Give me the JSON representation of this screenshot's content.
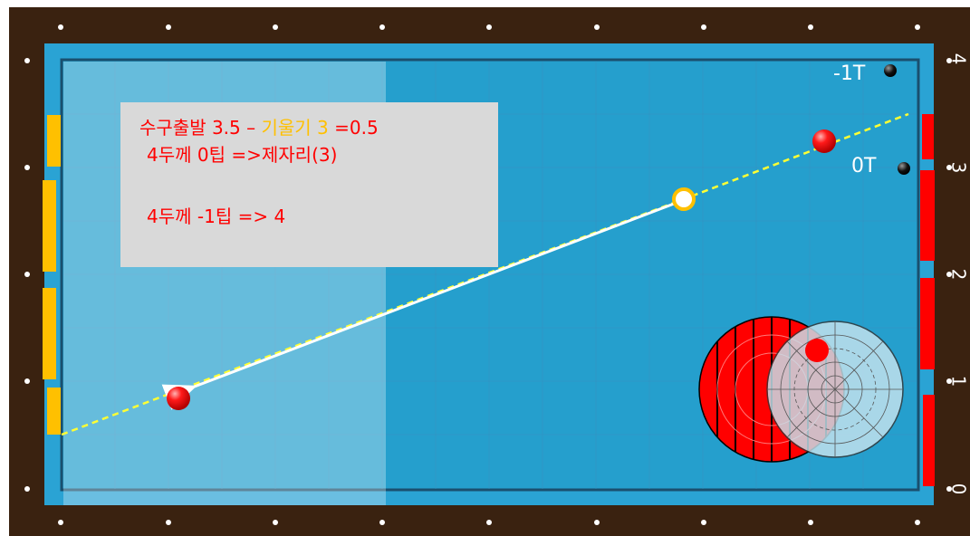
{
  "info_box": {
    "line1_a": "수구출발 3.5 – ",
    "line1_b": "기울기 3",
    "line1_c": " =0.5",
    "line2": "4두께 0팁 =>제자리(3)",
    "line3": "4두께 -1팁 => 4"
  },
  "table_labels": {
    "tip_minus1": "-1T",
    "tip_zero": "0T"
  },
  "rail_numbers": [
    "4",
    "3",
    "2",
    "1",
    "0"
  ],
  "colors": {
    "frame": "#3a2210",
    "cloth_outer": "#2aa3d4",
    "cloth_inner": "#259fcd",
    "overlay": "#aad4e6",
    "marker_red": "#ff0000",
    "marker_yellow": "#ffc000",
    "path_white": "#ffffff",
    "path_yellow": "#ffff33",
    "info_bg": "#d9d9d9"
  }
}
